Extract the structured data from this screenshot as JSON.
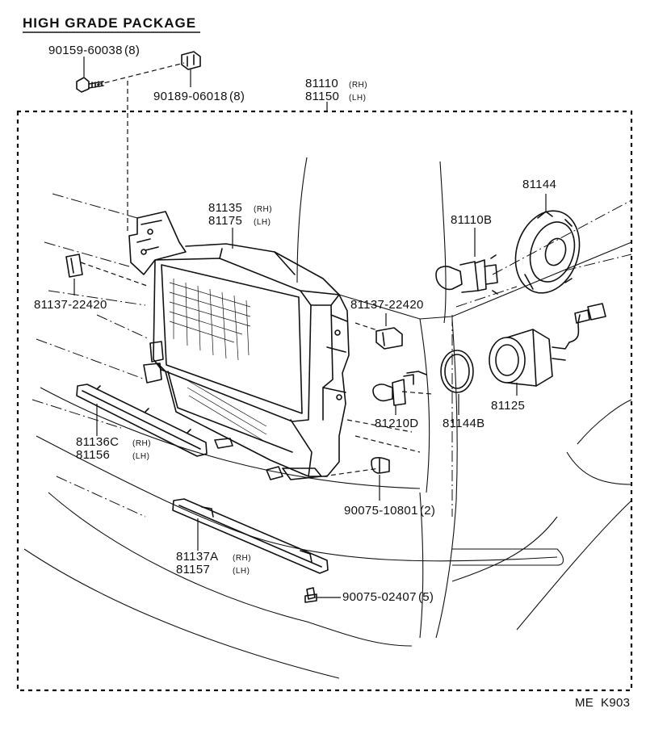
{
  "title": "HIGH GRADE PACKAGE",
  "figure_code": "ME  K903",
  "parts": {
    "bolt_screw": {
      "number": "90159-60038",
      "qty": "(8)"
    },
    "clip_nut": {
      "number": "90189-06018",
      "qty": "(8)"
    },
    "headlamp_assy": {
      "rh": "81110",
      "rh_side": "(RH)",
      "lh": "81150",
      "lh_side": "(LH)"
    },
    "headlamp_unit": {
      "rh": "81135",
      "rh_side": "(RH)",
      "lh": "81175",
      "lh_side": "(LH)"
    },
    "clip_left": {
      "number": "81137-22420"
    },
    "clip_right": {
      "number": "81137-22420"
    },
    "socket_cover": {
      "number": "81144"
    },
    "bulb": {
      "number": "81110B"
    },
    "fog_lamp": {
      "number": "81125"
    },
    "bulb_small": {
      "number": "81210D"
    },
    "gasket": {
      "number": "81144B"
    },
    "grommet": {
      "number": "90075-10801",
      "qty": "(2)"
    },
    "moulding_upper": {
      "rh": "81136C",
      "rh_side": "(RH)",
      "lh": "81156",
      "lh_side": "(LH)"
    },
    "moulding_lower": {
      "rh": "81137A",
      "rh_side": "(RH)",
      "lh": "81157",
      "lh_side": "(LH)"
    },
    "screw": {
      "number": "90075-02407",
      "qty": "(5)"
    }
  }
}
